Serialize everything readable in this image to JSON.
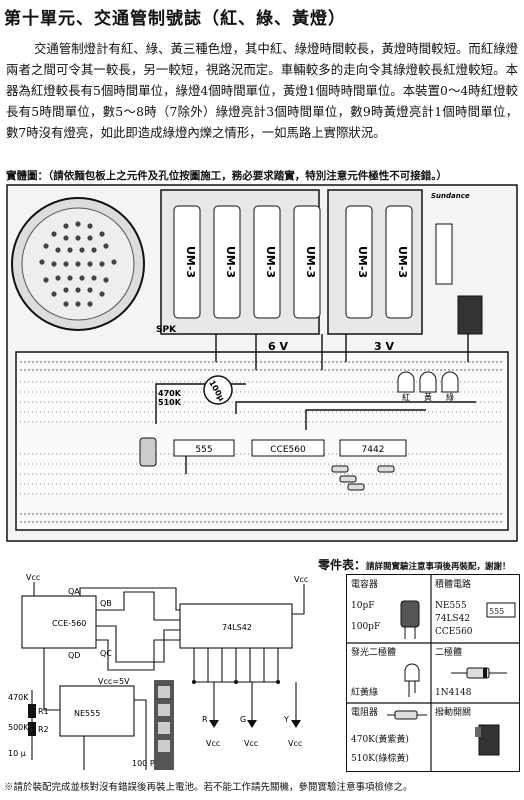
{
  "title": "第十單元、交通管制號誌（紅、綠、黃燈）",
  "paragraph": "交通管制燈計有紅、綠、黃三種色燈，其中紅、綠燈時間較長，黃燈時間較短。而紅綠燈兩者之間可令其一較長，另一較短，視路況而定。車輛較多的走向令其綠燈較長紅燈較短。本器為紅燈較長有5個時間單位，綠燈4個時間單位，黃燈1個時時間單位。本裝置0～4時紅燈較長有5時間單位，數5～8時（7除外）綠燈亮計3個時間單位，數9時黃燈亮計1個時間單位，數7時沒有燈亮，如此即造成綠燈內爍之情形，一如馬路上實際狀況。",
  "layout_note": {
    "label": "實體圖：",
    "text": "（請依麵包板上之元件及孔位按圖施工，務必要求踏實，特別注意元件極性不可接錯。）"
  },
  "photo": {
    "battery_label": "UM-3",
    "volt_6": "6 V",
    "volt_3": "3 V",
    "spk": "SPK",
    "r470": "470K",
    "r510": "510K",
    "cap": "100μ",
    "ic1": "555",
    "ic2": "CCE560",
    "ic3": "7442",
    "led_red": "紅",
    "led_yellow": "黃",
    "led_green": "綠",
    "brand": "Sundance"
  },
  "parts_table": {
    "title": "零件表：",
    "subtitle": "請詳閱實驗注意事項後再裝配，謝謝！",
    "capacitor": {
      "label": "電容器",
      "values": [
        "10pF",
        "100pF"
      ]
    },
    "ic": {
      "label": "積體電路",
      "values": [
        "NE555",
        "74LS42",
        "CCE560"
      ],
      "chip": "555"
    },
    "led": {
      "label": "發光二極體",
      "value": "紅黃綠"
    },
    "diode": {
      "label": "二極體",
      "value": "1N4148"
    },
    "resistor": {
      "label": "電阻器",
      "values": [
        "470K(黃紫黃)",
        "510K(綠棕黃)"
      ]
    },
    "switch": {
      "label": "撥動開關"
    }
  },
  "schematic": {
    "vcc": "Vcc",
    "cce": "CCE-560",
    "ls42": "74LS42",
    "ne555": "NE555",
    "vcc5": "Vcc=5V",
    "r1": "R1",
    "r2": "R2",
    "r470": "470K",
    "r500": "500K",
    "c100p": "100 P",
    "c10": "10 μ",
    "qa": "QA",
    "qb": "QB",
    "qc": "QC",
    "qd": "QD",
    "led_r": "R",
    "led_g": "G",
    "led_y": "Y"
  },
  "footer": "※請於裝配完成並核對沒有錯誤後再裝上電池。若不能工作請先關機，參閱實驗注意事項檢修之。"
}
